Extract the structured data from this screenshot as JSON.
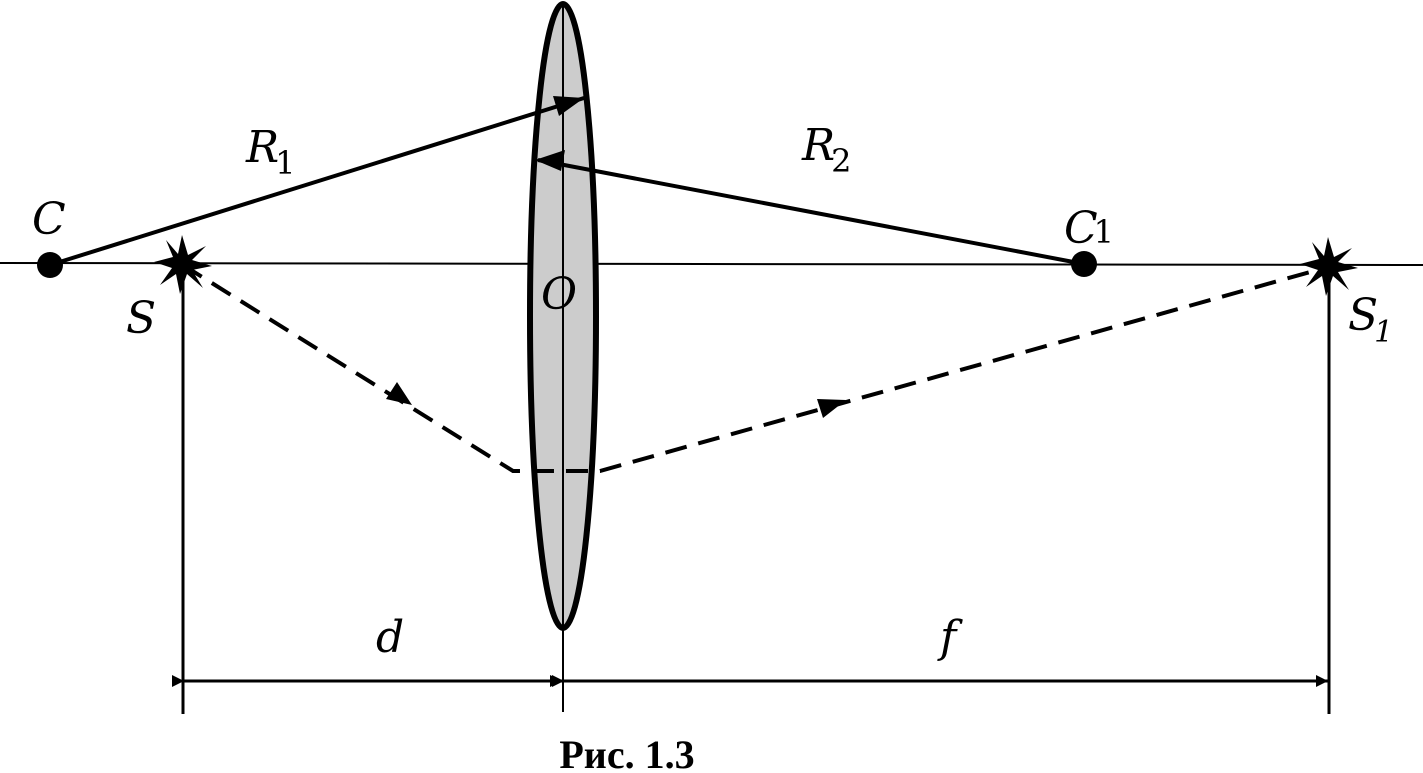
{
  "labels": {
    "c": "C",
    "c1_main": "C",
    "c1_sub": "1",
    "s": "S",
    "s1_main": "S",
    "s1_sub": "1",
    "o": "O",
    "r1_main": "R",
    "r1_sub": "1",
    "r2_main": "R",
    "r2_sub": "2",
    "d": "d",
    "f": "f"
  },
  "caption": "Рис. 1.3",
  "colors": {
    "lens_fill": "#cccccc",
    "stroke": "#000000"
  }
}
